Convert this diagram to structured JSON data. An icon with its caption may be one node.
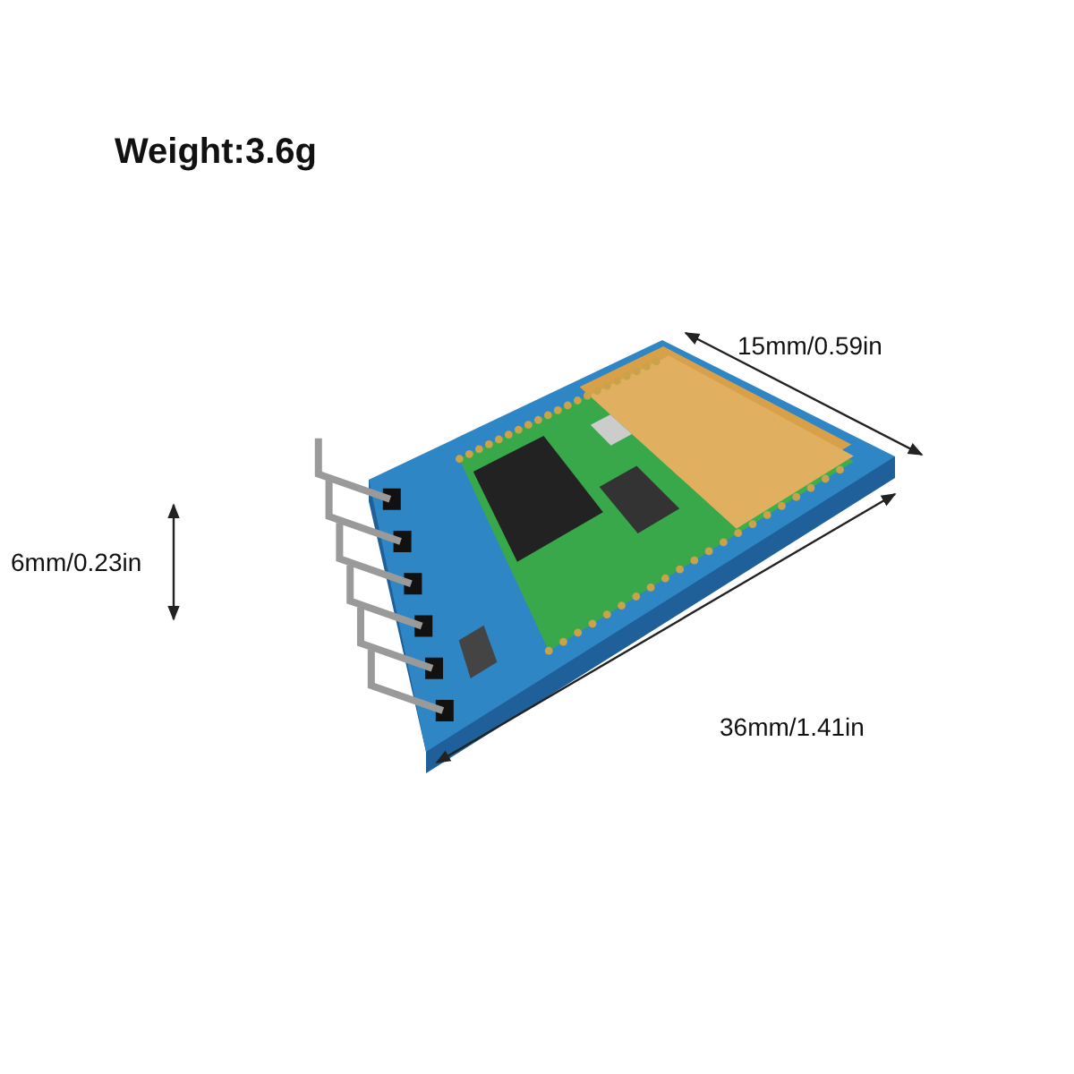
{
  "diagram": {
    "labels": [
      "Weight:3.6g",
      "15mm/0.59in",
      "6mm/0.23in",
      "36mm/1.41in"
    ]
  }
}
